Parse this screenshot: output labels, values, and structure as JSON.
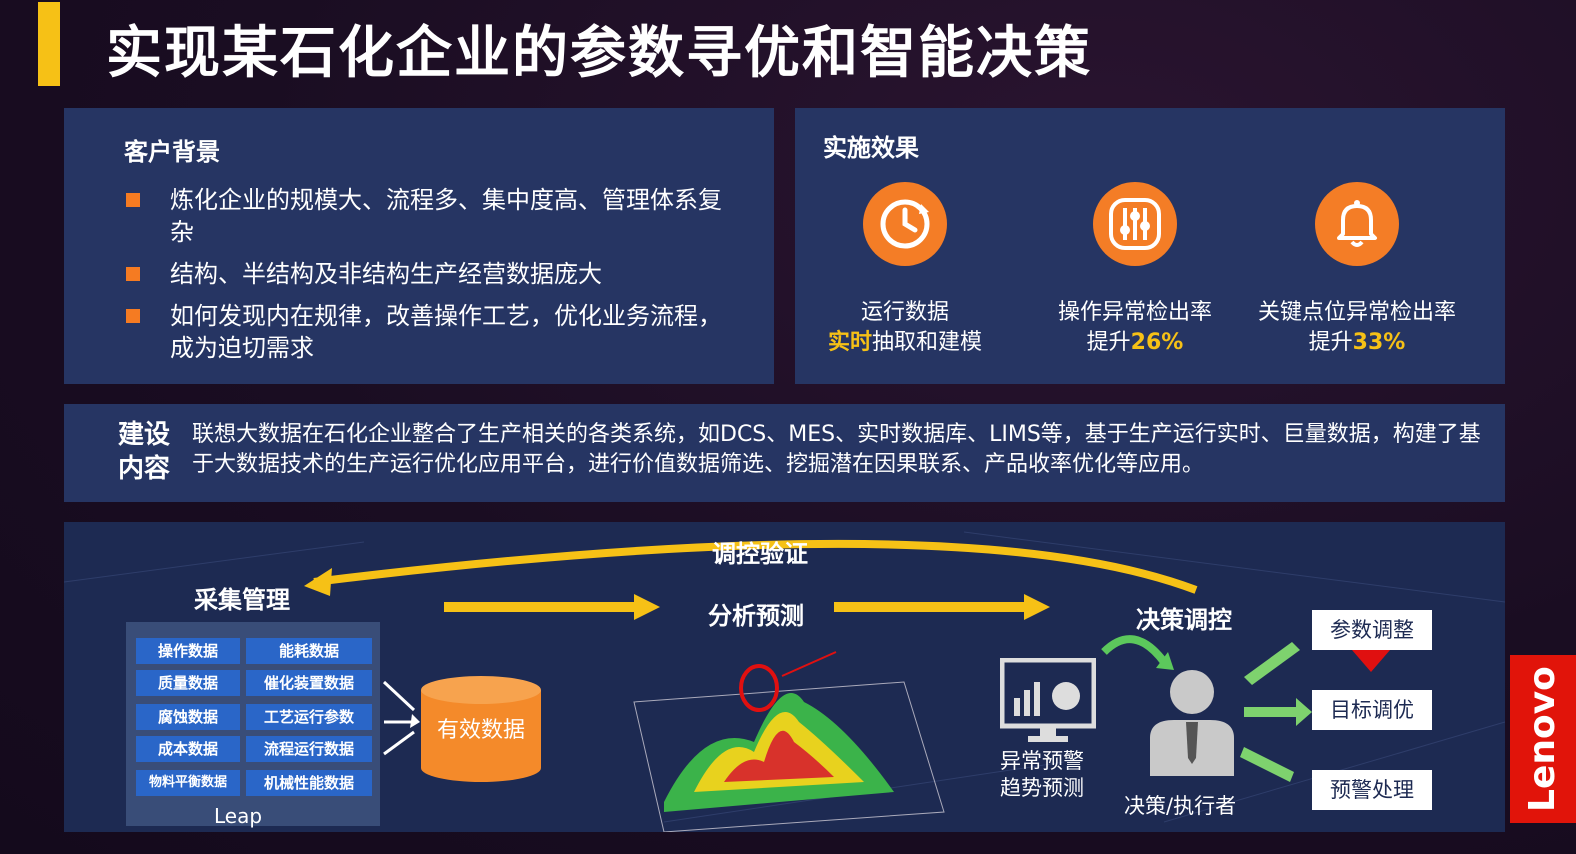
{
  "title": "实现某石化企业的参数寻优和智能决策",
  "background": {
    "heading": "客户背景",
    "bullets": [
      "炼化企业的规模大、流程多、集中度高、管理体系复杂",
      "结构、半结构及非结构生产经营数据庞大",
      "如何发现内在规律，改善操作工艺，优化业务流程，成为迫切需求"
    ]
  },
  "effects": {
    "heading": "实施效果",
    "items": [
      {
        "icon": "clock-refresh-icon",
        "line1": "运行数据",
        "line2_highlight": "实时",
        "line2_rest": "抽取和建模"
      },
      {
        "icon": "sliders-icon",
        "line1": "操作异常检出率",
        "line2_prefix": "提升",
        "line2_highlight": "26%"
      },
      {
        "icon": "bell-icon",
        "line1": "关键点位异常检出率",
        "line2_prefix": "提升",
        "line2_highlight": "33%"
      }
    ]
  },
  "build": {
    "label": "建设内容",
    "text": "联想大数据在石化企业整合了生产相关的各类系统，如DCS、MES、实时数据库、LIMS等，基于生产运行实时、巨量数据，构建了基于大数据技术的生产运行优化应用平台，进行价值数据筛选、挖掘潜在因果联系、产品收率优化等应用。"
  },
  "flow": {
    "feedback_label": "调控验证",
    "collect_label": "采集管理",
    "analyze_label": "分析预测",
    "decide_label": "决策调控",
    "data_chips": [
      "操作数据",
      "能耗数据",
      "质量数据",
      "催化装置数据",
      "腐蚀数据",
      "工艺运行参数",
      "成本数据",
      "流程运行数据",
      "物料平衡数据",
      "机械性能数据"
    ],
    "leap": "Leap",
    "valid_data": "有效数据",
    "monitor_label": "异常预警\n趋势预测",
    "monitor_line1": "异常预警",
    "monitor_line2": "趋势预测",
    "executor_label": "决策/执行者",
    "outputs": [
      "参数调整",
      "目标调优",
      "预警处理"
    ]
  },
  "brand": "Lenovo",
  "colors": {
    "accent_yellow": "#f6c116",
    "accent_orange": "#f47d26",
    "panel_blue": "#263563",
    "lenovo_red": "#e1140a"
  }
}
